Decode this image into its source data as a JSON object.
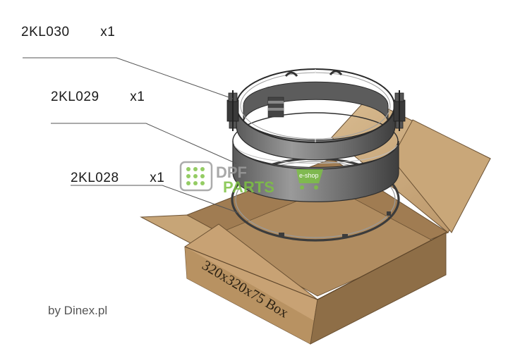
{
  "parts": [
    {
      "code": "2KL030",
      "qty": "x1"
    },
    {
      "code": "2KL029",
      "qty": "x1"
    },
    {
      "code": "2KL028",
      "qty": "x1"
    }
  ],
  "box_label": "320x320x75 Box",
  "credit": "by Dinex.pl",
  "watermark": {
    "line1": "DPF",
    "line2": "PARTS",
    "badge": "e-shop"
  },
  "colors": {
    "cardboard_light": "#d2b48a",
    "cardboard_mid": "#b8946a",
    "cardboard_dark": "#8e6e47",
    "steel_light": "#8a8a8a",
    "steel_dark": "#4a4a4a",
    "watermark_green": "#7dc243"
  }
}
